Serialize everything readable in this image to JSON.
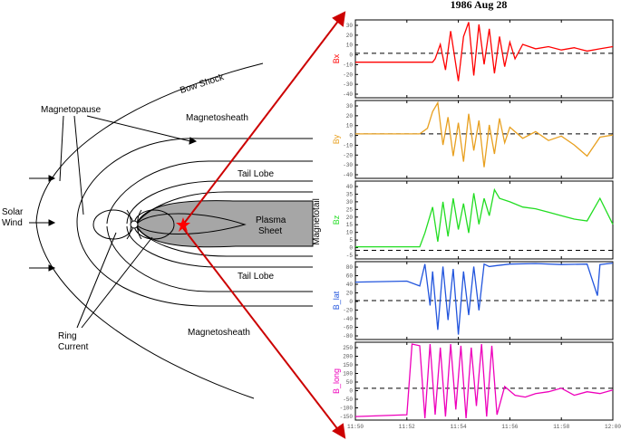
{
  "diagram": {
    "labels": {
      "bow_shock": "Bow Shock",
      "magnetopause": "Magnetopause",
      "magnetosheath_top": "Magnetosheath",
      "tail_lobe_top": "Tail Lobe",
      "solar": "Solar",
      "wind": "Wind",
      "plasma": "Plasma",
      "sheet": "Sheet",
      "tail_lobe_bottom": "Tail Lobe",
      "ring": "Ring",
      "current": "Current",
      "magnetosheath_bottom": "Magnetosheath"
    },
    "colors": {
      "plasma_sheet": "#a6a6a6",
      "arrow": "#cc0000",
      "marker": "#ff0000"
    }
  },
  "chart_data": {
    "type": "line",
    "title": "1986 Aug 28",
    "group_label": "Magnetotail",
    "x_tick_labels": [
      "11:50",
      "11:52",
      "11:54",
      "11:56",
      "11:58",
      "12:00"
    ],
    "panels": [
      {
        "name": "Bx",
        "color": "#ff0000",
        "ylim": [
          -40,
          30
        ],
        "y_tick_labels": [
          "30",
          "20",
          "10",
          "0",
          "-10",
          "-20",
          "-30",
          "-40"
        ],
        "series": {
          "x": [
            0,
            0.3,
            0.31,
            0.33,
            0.35,
            0.37,
            0.4,
            0.42,
            0.44,
            0.46,
            0.48,
            0.5,
            0.52,
            0.54,
            0.56,
            0.58,
            0.6,
            0.62,
            0.65,
            0.7,
            0.75,
            0.8,
            0.85,
            0.9,
            0.95,
            1.0
          ],
          "y": [
            -8,
            -8,
            -5,
            8,
            -15,
            20,
            -25,
            15,
            28,
            -20,
            26,
            -10,
            22,
            -18,
            15,
            -12,
            10,
            -5,
            8,
            4,
            6,
            3,
            5,
            2,
            4,
            6
          ]
        }
      },
      {
        "name": "By",
        "color": "#e8a020",
        "ylim": [
          -40,
          30
        ],
        "y_tick_labels": [
          "30",
          "20",
          "10",
          "0",
          "-10",
          "-20",
          "-30",
          "-40"
        ],
        "series": {
          "x": [
            0,
            0.25,
            0.28,
            0.3,
            0.32,
            0.34,
            0.36,
            0.38,
            0.4,
            0.42,
            0.44,
            0.46,
            0.48,
            0.5,
            0.52,
            0.54,
            0.56,
            0.58,
            0.6,
            0.65,
            0.7,
            0.75,
            0.8,
            0.85,
            0.9,
            0.95,
            1.0
          ],
          "y": [
            0,
            0,
            5,
            20,
            28,
            -10,
            15,
            -20,
            10,
            -25,
            18,
            -15,
            12,
            -30,
            8,
            -18,
            14,
            -8,
            6,
            -4,
            2,
            -6,
            -2,
            -10,
            -20,
            -3,
            -1
          ]
        }
      },
      {
        "name": "Bz",
        "color": "#22dd22",
        "ylim": [
          -5,
          40
        ],
        "y_tick_labels": [
          "40",
          "35",
          "30",
          "25",
          "20",
          "15",
          "10",
          "5",
          "0",
          "-5"
        ],
        "series": {
          "x": [
            0,
            0.25,
            0.27,
            0.3,
            0.32,
            0.34,
            0.36,
            0.38,
            0.4,
            0.42,
            0.44,
            0.46,
            0.48,
            0.5,
            0.52,
            0.54,
            0.56,
            0.6,
            0.65,
            0.7,
            0.75,
            0.8,
            0.85,
            0.9,
            0.95,
            1.0
          ],
          "y": [
            2,
            2,
            10,
            25,
            5,
            28,
            8,
            30,
            12,
            27,
            10,
            33,
            15,
            30,
            20,
            35,
            30,
            28,
            25,
            24,
            22,
            20,
            18,
            17,
            30,
            15
          ]
        }
      },
      {
        "name": "B_lat",
        "color": "#2255dd",
        "ylim": [
          -80,
          80
        ],
        "y_tick_labels": [
          "80",
          "60",
          "40",
          "20",
          "0",
          "-20",
          "-40",
          "-60",
          "-80"
        ],
        "series": {
          "x": [
            0,
            0.2,
            0.25,
            0.27,
            0.29,
            0.3,
            0.32,
            0.34,
            0.36,
            0.38,
            0.4,
            0.42,
            0.44,
            0.46,
            0.48,
            0.5,
            0.52,
            0.55,
            0.6,
            0.7,
            0.8,
            0.9,
            0.94,
            0.95,
            1.0
          ],
          "y": [
            38,
            40,
            30,
            75,
            -10,
            60,
            -60,
            70,
            -40,
            65,
            -70,
            60,
            -30,
            70,
            -20,
            75,
            70,
            72,
            75,
            76,
            74,
            75,
            10,
            74,
            77
          ]
        }
      },
      {
        "name": "B_long",
        "color": "#ee00bb",
        "ylim": [
          -180,
          260
        ],
        "y_tick_labels": [
          "250",
          "200",
          "150",
          "100",
          "50",
          "0",
          "-50",
          "-100",
          "-150"
        ],
        "series": {
          "x": [
            0,
            0.1,
            0.2,
            0.22,
            0.25,
            0.27,
            0.29,
            0.31,
            0.33,
            0.35,
            0.37,
            0.39,
            0.41,
            0.43,
            0.45,
            0.47,
            0.49,
            0.51,
            0.53,
            0.55,
            0.58,
            0.62,
            0.66,
            0.7,
            0.75,
            0.8,
            0.85,
            0.9,
            0.95,
            1.0
          ],
          "y": [
            -160,
            -155,
            -150,
            250,
            240,
            -170,
            250,
            -150,
            230,
            -160,
            250,
            -120,
            240,
            -170,
            230,
            -100,
            250,
            -160,
            240,
            -150,
            10,
            -40,
            -50,
            -30,
            -20,
            0,
            -40,
            -20,
            -30,
            -10
          ]
        }
      }
    ]
  }
}
